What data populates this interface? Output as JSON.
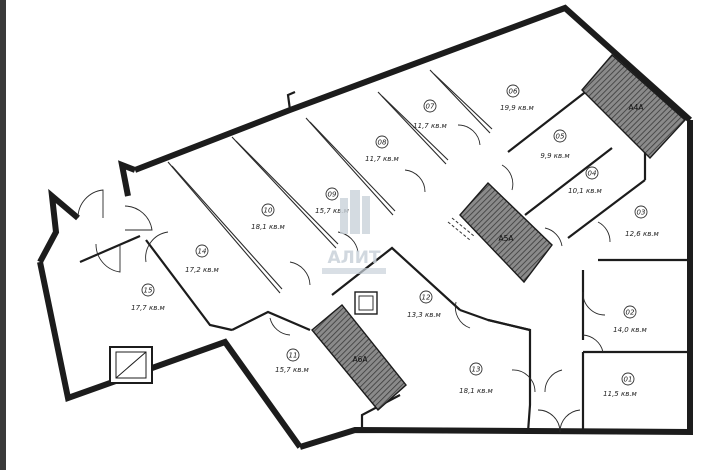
{
  "rooms": [
    {
      "id": "15",
      "num": "15",
      "area": "17,7 кв.м"
    },
    {
      "id": "14",
      "num": "14",
      "area": "17,2 кв.м"
    },
    {
      "id": "10",
      "num": "10",
      "area": "18,1 кв.м"
    },
    {
      "id": "09",
      "num": "09",
      "area": "15,7 кв.м"
    },
    {
      "id": "08",
      "num": "08",
      "area": "11,7 кв.м"
    },
    {
      "id": "07",
      "num": "07",
      "area": "11,7 кв.м"
    },
    {
      "id": "06",
      "num": "06",
      "area": "19,9 кв.м"
    },
    {
      "id": "05",
      "num": "05",
      "area": "9,9 кв.м"
    },
    {
      "id": "04",
      "num": "04",
      "area": "10,1 кв.м"
    },
    {
      "id": "03",
      "num": "03",
      "area": "12,6 кв.м"
    },
    {
      "id": "02",
      "num": "02",
      "area": "14,0 кв.м"
    },
    {
      "id": "01",
      "num": "01",
      "area": "11,5 кв.м"
    },
    {
      "id": "12",
      "num": "12",
      "area": "13,3 кв.м"
    },
    {
      "id": "13",
      "num": "13",
      "area": "18,1 кв.м"
    },
    {
      "id": "11",
      "num": "11",
      "area": "15,7 кв.м"
    }
  ],
  "cores": {
    "a4a_top": "А4А",
    "a5a": "А5А",
    "a6a": "А6А"
  },
  "watermark": {
    "brand": "АЛИТ"
  }
}
